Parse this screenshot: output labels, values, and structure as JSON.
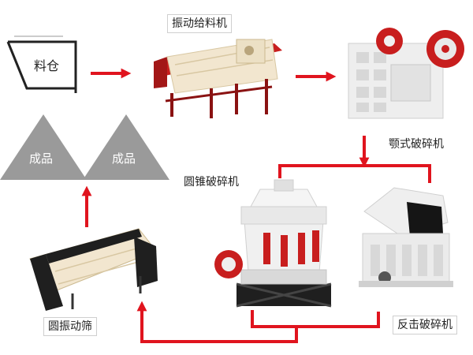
{
  "nodes": {
    "bin": "料仓",
    "feeder": "振动给料机",
    "jaw": "颚式破碎机",
    "cone": "圆锥破碎机",
    "impact": "反击破碎机",
    "screen": "圆振动筛",
    "product_left": "成品",
    "product_right": "成品"
  },
  "colors": {
    "arrow": "#e0141e",
    "machine_body": "#f2e6cf",
    "machine_red": "#c81e1e",
    "steel": "#2b2b2b",
    "product": "#9a9a9a"
  }
}
